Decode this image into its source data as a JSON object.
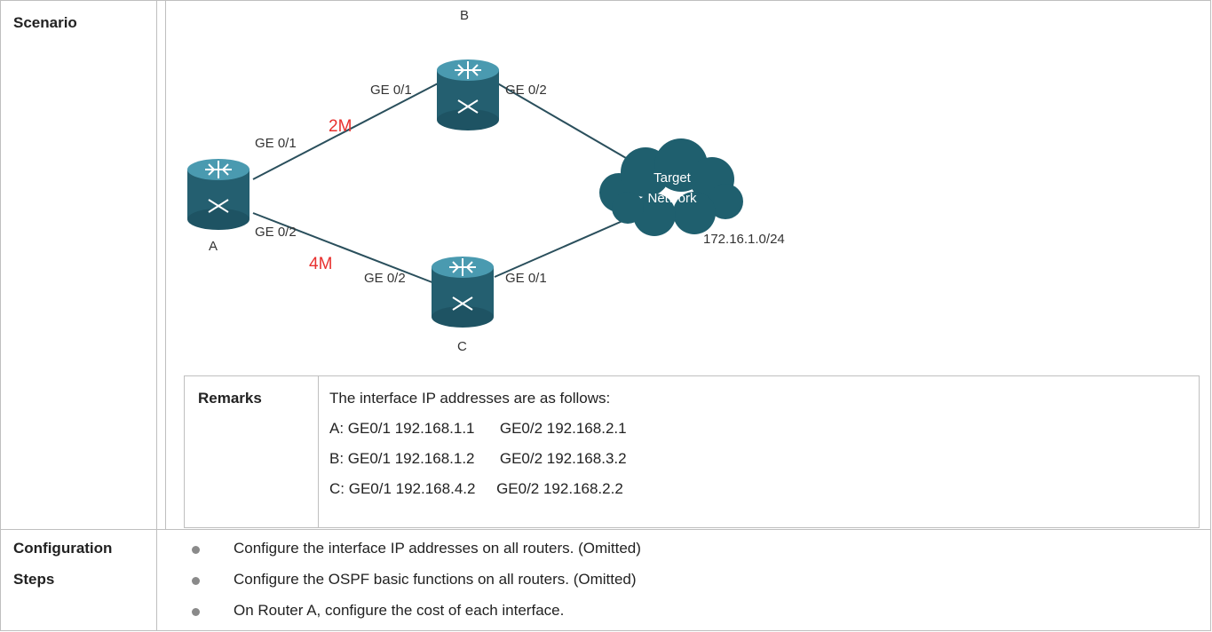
{
  "table": {
    "scenario_label": "Scenario",
    "config_label_line1": "Configuration",
    "config_label_line2": "Steps"
  },
  "diagram": {
    "routers": {
      "a": "A",
      "b": "B",
      "c": "C"
    },
    "ports": {
      "b_left": "GE 0/1",
      "b_right": "GE 0/2",
      "a_top": "GE 0/1",
      "a_bottom": "GE 0/2",
      "c_left": "GE 0/2",
      "c_right": "GE 0/1"
    },
    "bandwidths": {
      "top": "2M",
      "bottom": "4M"
    },
    "bandwidth_color": "#e8302e",
    "cloud": {
      "line1": "Target",
      "line2": "Network",
      "subnet": "172.16.1.0/24",
      "color": "#1f5f6e"
    },
    "router_color": "#2d7f94"
  },
  "remarks": {
    "label": "Remarks",
    "lines": [
      "The interface IP addresses are as follows:",
      "A: GE0/1 192.168.1.1      GE0/2 192.168.2.1",
      "B: GE0/1 192.168.1.2      GE0/2 192.168.3.2",
      "C: GE0/1 192.168.4.2     GE0/2 192.168.2.2"
    ]
  },
  "steps": [
    "Configure the interface IP addresses on all routers. (Omitted)",
    "Configure the OSPF basic functions on all routers. (Omitted)",
    "On Router A, configure the cost of each interface."
  ]
}
